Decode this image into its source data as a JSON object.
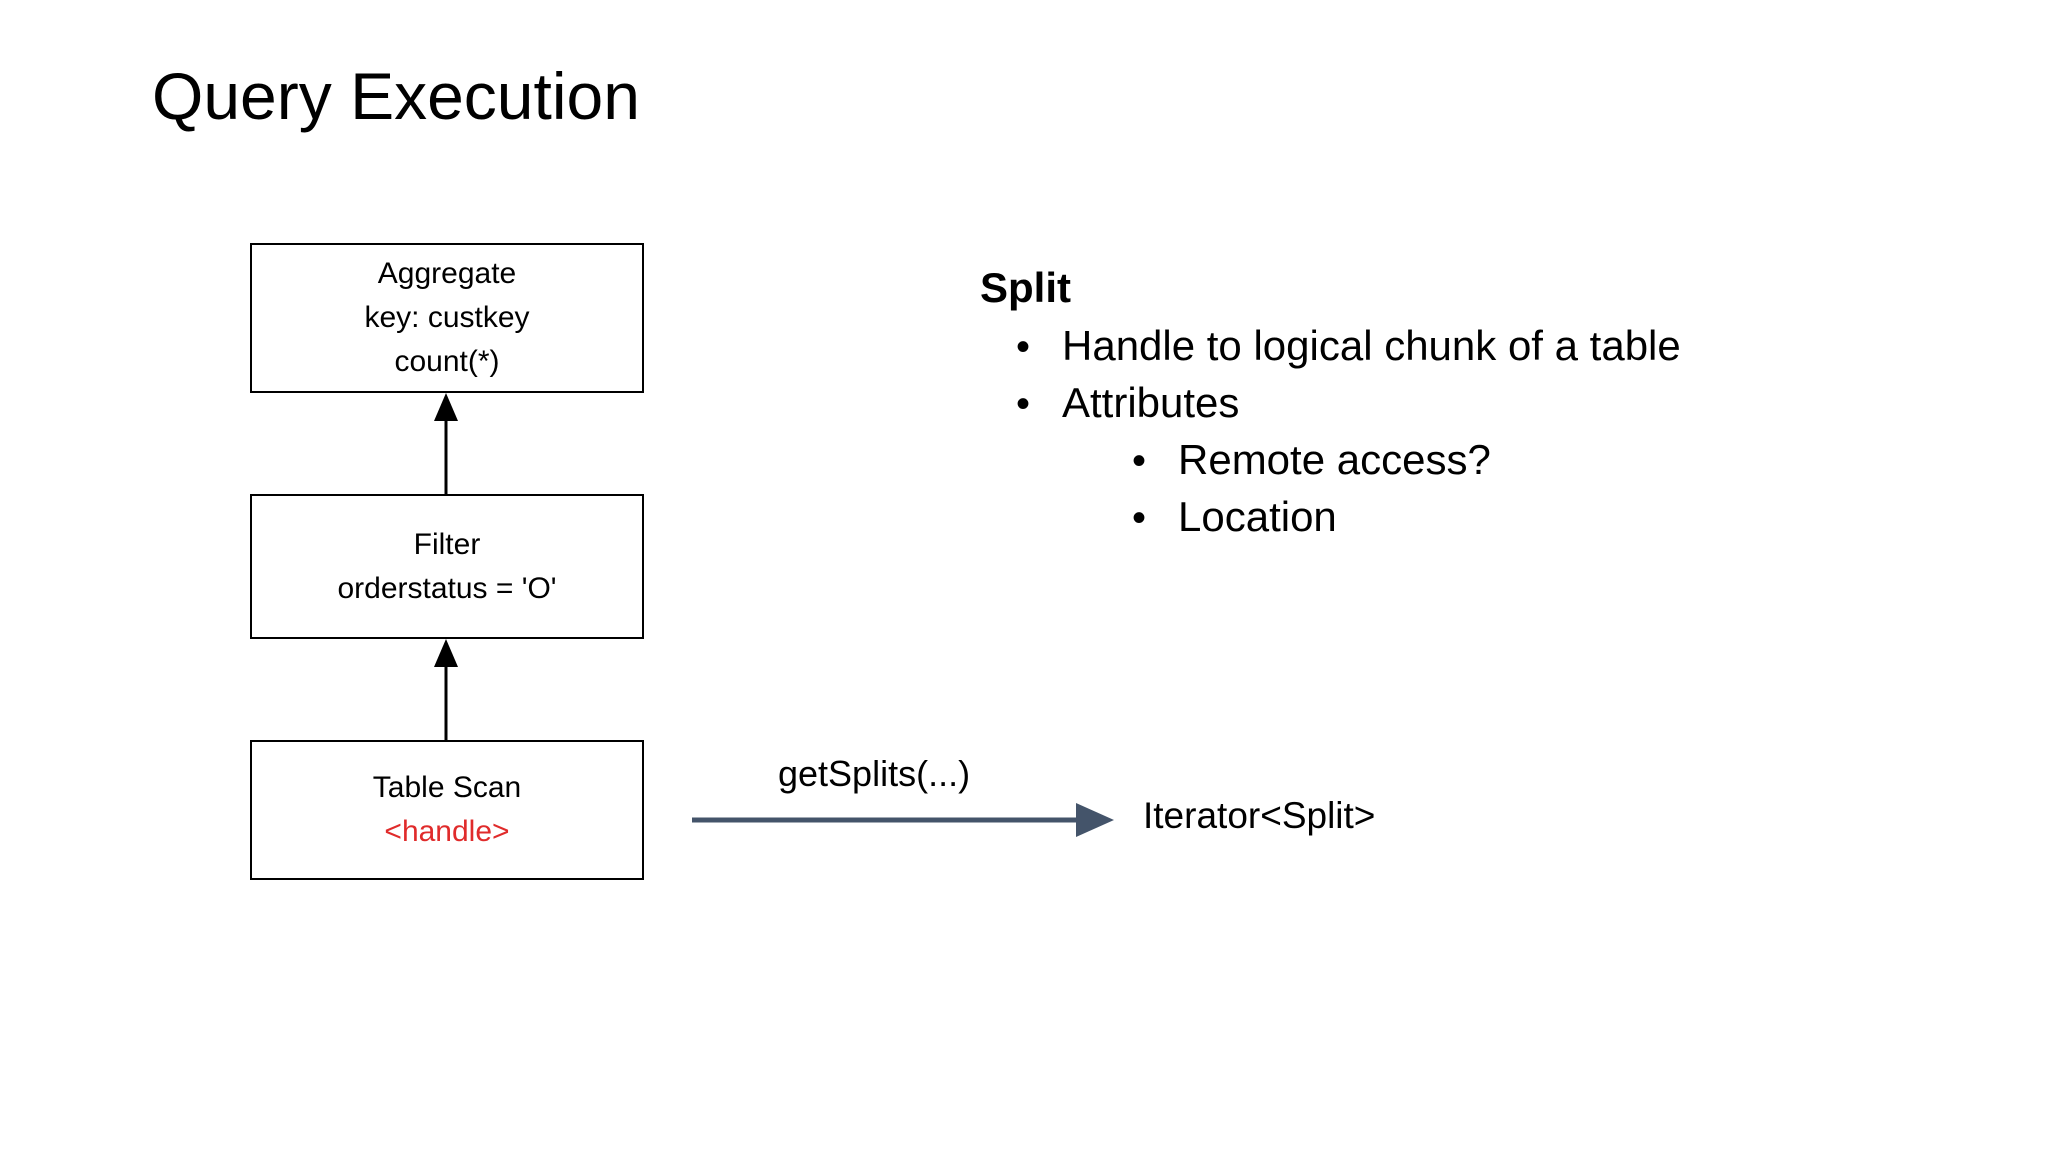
{
  "slide": {
    "title": "Query Execution",
    "background_color": "#ffffff"
  },
  "flowchart": {
    "accent_red": "#e02b2b",
    "line_color": "#000000",
    "nodes": [
      {
        "name": "aggregate",
        "lines": [
          "Aggregate",
          "key: custkey",
          "count(*)"
        ]
      },
      {
        "name": "filter",
        "lines": [
          "Filter",
          "orderstatus = 'O'"
        ]
      },
      {
        "name": "table-scan",
        "title": "Table Scan",
        "handle": "<handle>"
      }
    ]
  },
  "call_flow": {
    "arrow_color": "#44546a",
    "request_label": "getSplits(...)",
    "response_label": "Iterator<Split>"
  },
  "notes": {
    "heading": "Split",
    "bullet_glyph": "•",
    "bullets": [
      {
        "level": 1,
        "text": "Handle to logical chunk of a table"
      },
      {
        "level": 1,
        "text": "Attributes"
      },
      {
        "level": 2,
        "text": "Remote access?"
      },
      {
        "level": 2,
        "text": "Location"
      }
    ]
  }
}
